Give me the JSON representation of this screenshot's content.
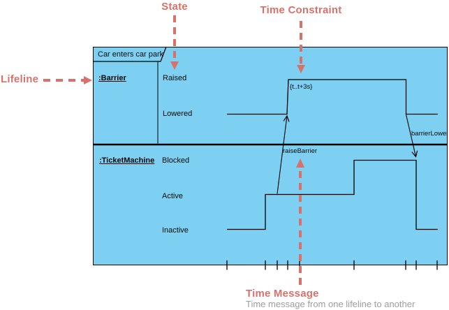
{
  "colors": {
    "annotation": "#D9716B",
    "subtitle_text": "#9E9E9E",
    "frame_fill": "#7DD0F1",
    "line": "#000000"
  },
  "annotations": {
    "state": "State",
    "time_constraint": "Time Constraint",
    "lifeline": "Lifeline",
    "time_message": "Time Message",
    "time_message_description": "Time message from one lifeline to another"
  },
  "frame": {
    "title": "Car enters car park"
  },
  "lifelines": [
    {
      "name": ":Barrier",
      "states": [
        "Raised",
        "Lowered"
      ]
    },
    {
      "name": ":TicketMachine",
      "states": [
        "Blocked",
        "Active",
        "Inactive"
      ]
    }
  ],
  "messages": {
    "raise_barrier": "raiseBarrier",
    "barrier_lowered": "barrierLowered"
  },
  "time_constraint_value": "{t..t+3s}"
}
